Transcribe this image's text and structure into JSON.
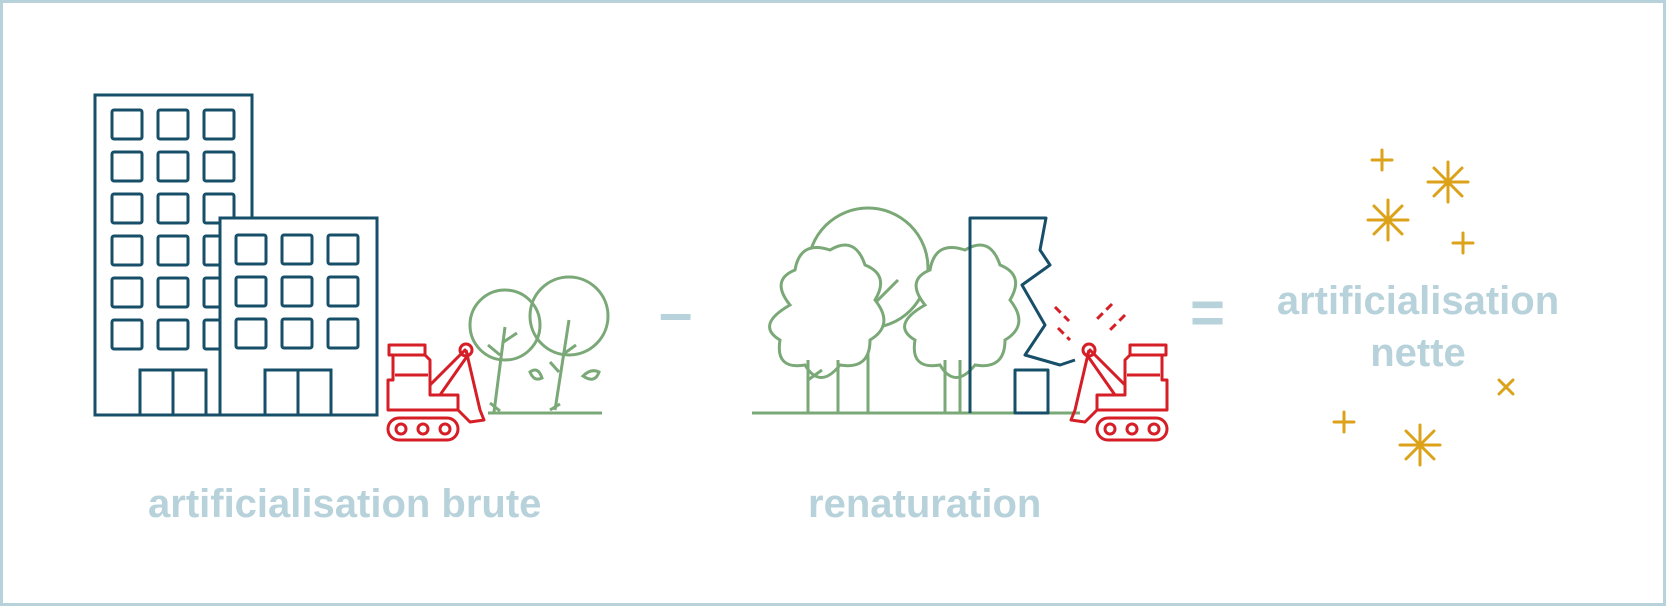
{
  "labels": {
    "gross": "artificialisation brute",
    "renaturation": "renaturation",
    "net_line1": "artificialisation",
    "net_line2": "nette"
  },
  "operators": {
    "minus": "–",
    "equals": "="
  },
  "colors": {
    "building": "#174f69",
    "excavator": "#d61e26",
    "vegetation": "#7aa877",
    "sparkle": "#dca21a",
    "label": "#b7d2da",
    "frame": "#b7d2da"
  },
  "icons": [
    "buildings-icon",
    "excavator-icon",
    "trees-icon",
    "demolished-building-icon",
    "sparkles-icon"
  ]
}
